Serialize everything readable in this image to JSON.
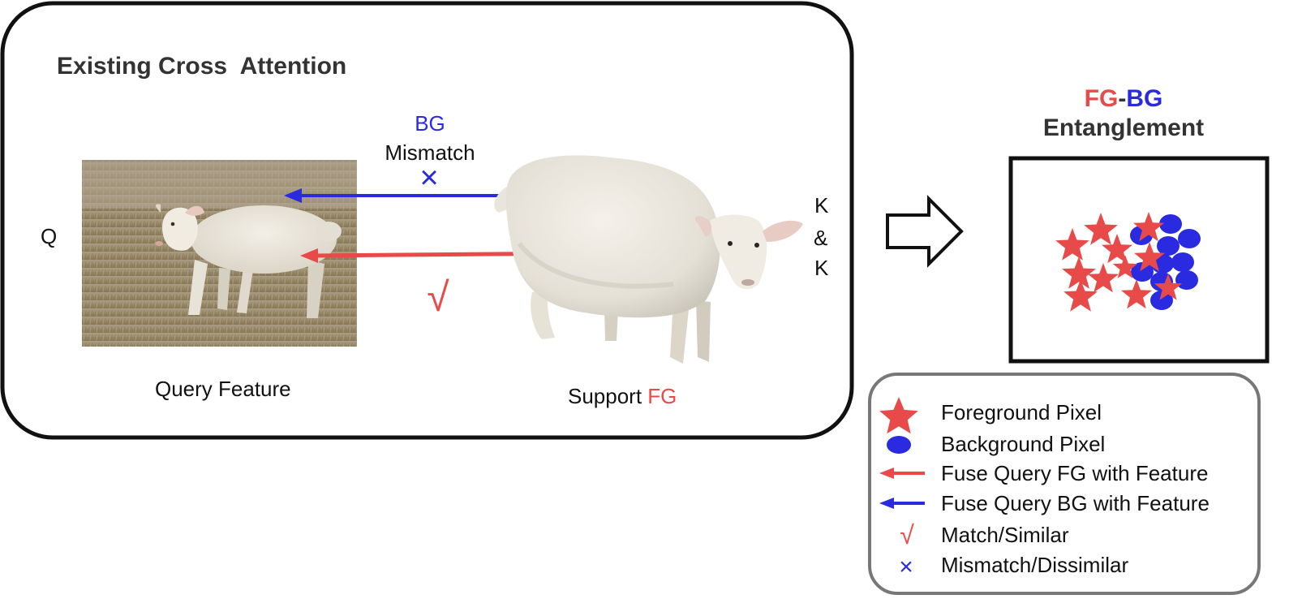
{
  "left_panel": {
    "title": "Existing Cross  Attention",
    "query_label": "Q",
    "key_label_k1": "K",
    "key_label_amp": "&",
    "key_label_k2": "K",
    "query_caption": "Query Feature",
    "support_caption_prefix": "Support ",
    "support_caption_fg": "FG",
    "bg_label": "BG",
    "mismatch_label": "Mismatch",
    "cross_mark": "×",
    "check_mark": "√"
  },
  "right_panel": {
    "title_fg": "FG",
    "title_dash": "-",
    "title_bg": "BG",
    "title_line2": "Entanglement"
  },
  "legend": {
    "items": [
      {
        "symbol": "star-icon",
        "label": "Foreground Pixel"
      },
      {
        "symbol": "ellipse-icon",
        "label": "Background Pixel"
      },
      {
        "symbol": "red-arrow-icon",
        "label": "Fuse Query FG with Feature"
      },
      {
        "symbol": "blue-arrow-icon",
        "label": "Fuse Query BG with Feature"
      },
      {
        "symbol": "check-icon",
        "label": "Match/Similar",
        "glyph": "√"
      },
      {
        "symbol": "cross-icon",
        "label": "Mismatch/Dissimilar",
        "glyph": "×"
      }
    ]
  },
  "colors": {
    "fg_red": "#e84a4a",
    "bg_blue": "#2a2ae0",
    "text_dark": "#333333",
    "panel_border": "#111111",
    "legend_border": "#777777"
  }
}
